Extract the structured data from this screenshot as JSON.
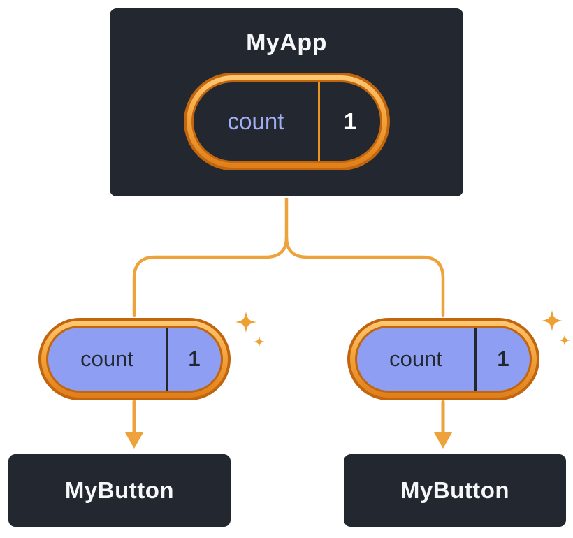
{
  "root_node": {
    "title": "MyApp",
    "pill": {
      "key": "count",
      "value": "1"
    }
  },
  "child_nodes": [
    {
      "title": "MyButton",
      "pill": {
        "key": "count",
        "value": "1"
      }
    },
    {
      "title": "MyButton",
      "pill": {
        "key": "count",
        "value": "1"
      }
    }
  ],
  "colors": {
    "background": "#FFFFFF",
    "node_background": "#23272F",
    "node_border": "#FFFFFF",
    "node_text": "#F6F7F9",
    "pill_border_dark_orange": "#C1650F",
    "pill_band_light_orange": "#FFC873",
    "pill_band_deep_orange": "#E07F19",
    "pill_fill_purple": "#8E9EF3",
    "state_key_purple_text": "#A2AEF3",
    "connector_orange": "#EDA23C",
    "sparkle_orange": "#EFA033"
  }
}
